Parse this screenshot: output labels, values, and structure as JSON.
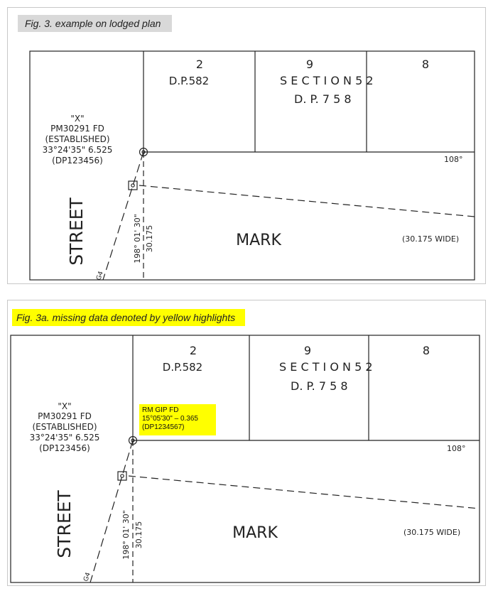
{
  "colors": {
    "caption_plain_bg": "#d9d9d9",
    "caption_highlight_bg": "#ffff00",
    "line": "#222222",
    "frame": "#c8c8c8"
  },
  "figures": [
    {
      "caption": "Fig. 3.  example on lodged plan",
      "lot_2": "2",
      "dp_582": "D.P.582",
      "lot_9": "9",
      "lot_8": "8",
      "section": "S E C T I O N   5 2",
      "dp_758": "D. P.  7 5 8",
      "station_label": "\"X\"",
      "pm_label": "PM30291 FD",
      "established": "(ESTABLISHED)",
      "bearing_dist": "33°24'35\"  6.525",
      "dp_ref": "(DP123456)",
      "angle_108": "108°",
      "street": "STREET",
      "mark": "MARK",
      "road_width": "(30.175 WIDE)",
      "bearing_198": "198° 01' 30\"",
      "dist_30175": "30.175",
      "ga": "G4"
    },
    {
      "caption": "Fig. 3a.  missing data denoted by yellow highlights",
      "lot_2": "2",
      "dp_582": "D.P.582",
      "lot_9": "9",
      "lot_8": "8",
      "section": "S E C T I O N   5 2",
      "dp_758": "D. P.  7 5 8",
      "station_label": "\"X\"",
      "pm_label": "PM30291 FD",
      "established": "(ESTABLISHED)",
      "bearing_dist": "33°24'35\"  6.525",
      "dp_ref": "(DP123456)",
      "angle_108": "108°",
      "street": "STREET",
      "mark": "MARK",
      "road_width": "(30.175 WIDE)",
      "bearing_198": "198° 01' 30\"",
      "dist_30175": "30.175",
      "ga": "G4",
      "highlight_note": "RM GIP FD\n15°05'30\" – 0.365\n(DP1234567)"
    }
  ]
}
